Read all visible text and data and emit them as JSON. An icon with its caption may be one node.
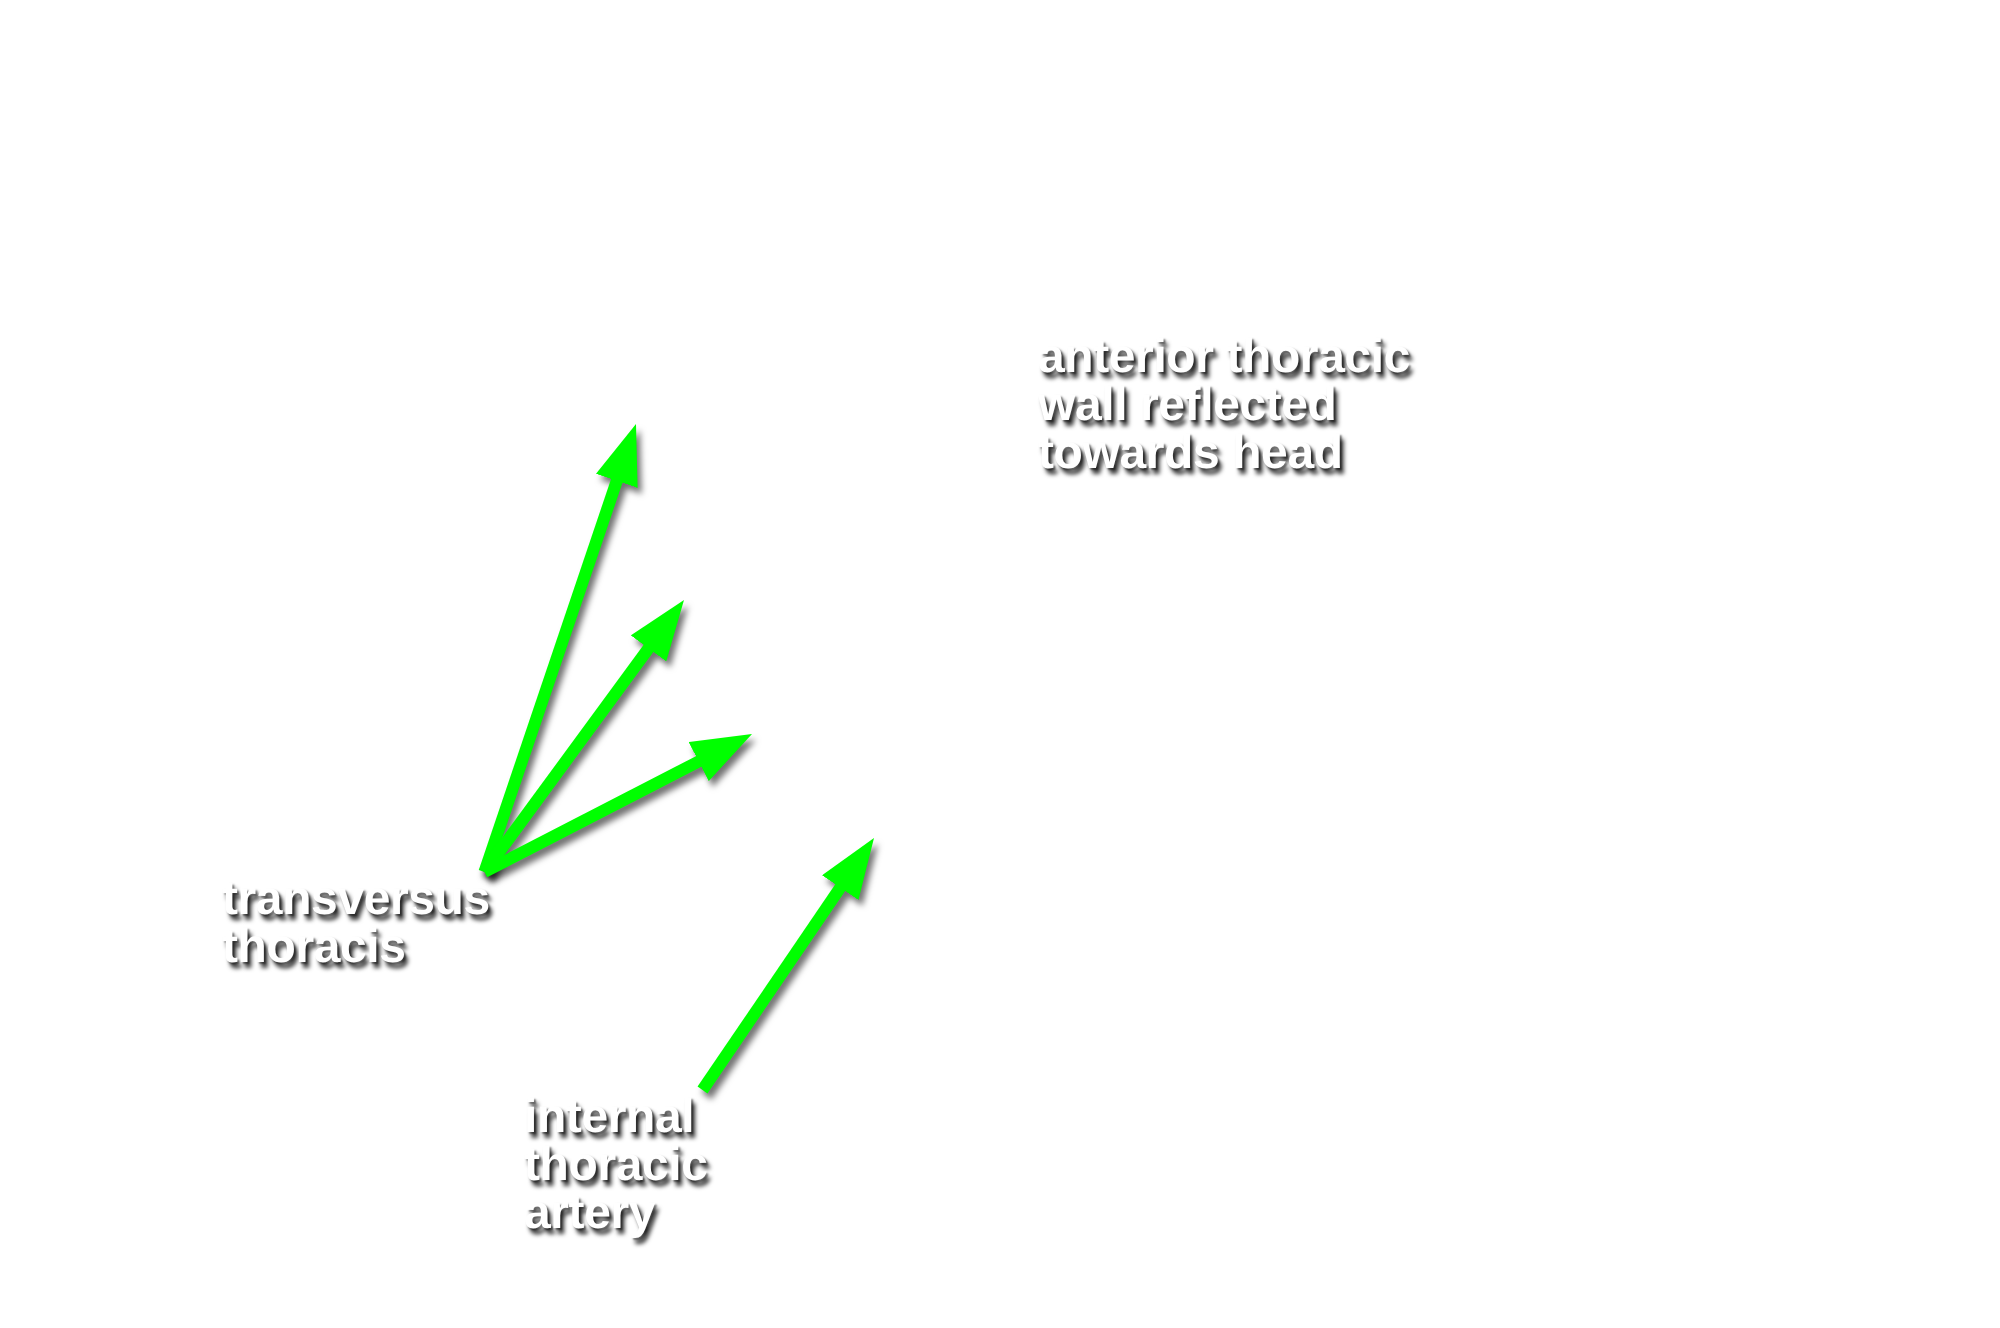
{
  "diagram": {
    "nodes": [
      {
        "text": [
          "transversus thoracis"
        ]
      },
      {
        "text": [
          "internal thoracic artery"
        ]
      }
    ],
    "edges": [
      {
        "from": 0,
        "to": null,
        "arrow": "to"
      },
      {
        "from": 0,
        "to": null,
        "arrow": "to"
      },
      {
        "from": 0,
        "to": null,
        "arrow": "to"
      },
      {
        "from": 1,
        "to": null,
        "arrow": "to"
      }
    ],
    "labels": [
      "anterior thoracic wall reflected towards head"
    ]
  }
}
